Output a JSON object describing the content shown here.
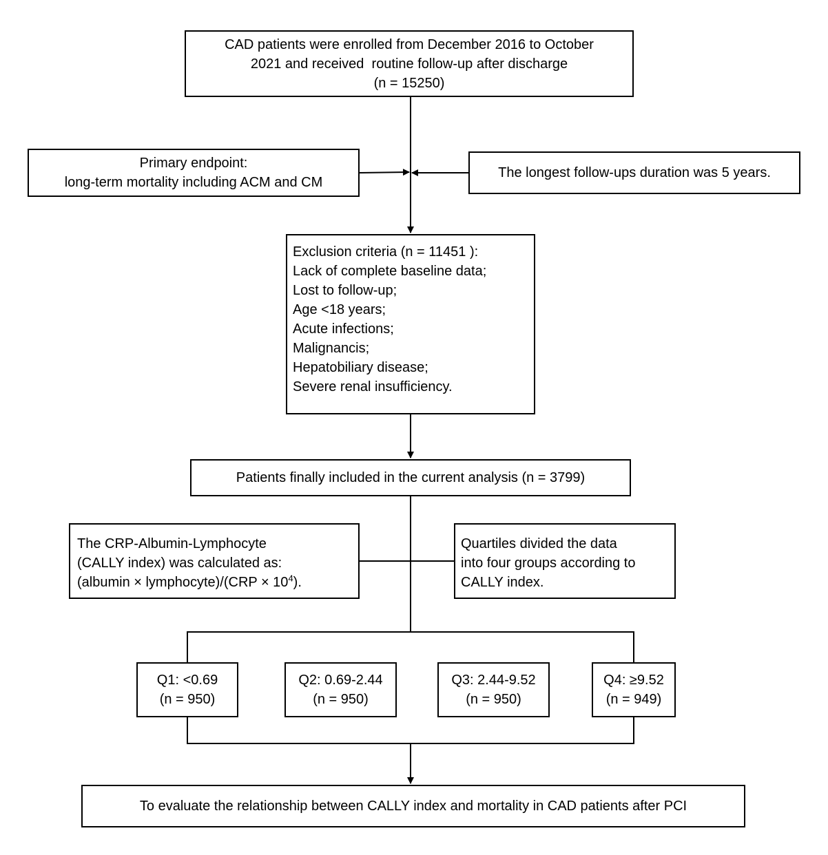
{
  "enrolled": {
    "lines": [
      "CAD patients were enrolled from December 2016 to October",
      "2021 and received  routine follow-up after discharge",
      "(n = 15250)"
    ]
  },
  "endpoint": {
    "lines": [
      "Primary endpoint:",
      "long-term mortality including ACM and CM"
    ]
  },
  "followup": {
    "text": "The longest follow-ups duration was 5 years."
  },
  "exclusion": {
    "title": "Exclusion criteria (n = 11451 ):",
    "items": [
      "Lack of complete baseline data;",
      "Lost to follow-up;",
      "Age <18 years;",
      "Acute infections;",
      "Malignancis;",
      "Hepatobiliary disease;",
      "Severe renal insufficiency."
    ]
  },
  "included": {
    "text": "Patients finally included in the current analysis (n = 3799)"
  },
  "cally": {
    "line1": "The CRP-Albumin-Lymphocyte",
    "line2": "(CALLY index) was calculated as:",
    "line3_pre": "(albumin × lymphocyte)/(CRP × 10",
    "line3_sup": "4",
    "line3_post": ")."
  },
  "quartiles": {
    "lines": [
      "Quartiles divided the data",
      "into four groups according to",
      "CALLY index."
    ]
  },
  "groups": [
    {
      "range": "Q1: <0.69",
      "n": "(n = 950)"
    },
    {
      "range": "Q2: 0.69-2.44",
      "n": "(n = 950)"
    },
    {
      "range": "Q3: 2.44-9.52",
      "n": "(n = 950)"
    },
    {
      "range": "Q4: ≥9.52",
      "n": "(n = 949)"
    }
  ],
  "evaluate": {
    "text": "To evaluate the relationship between CALLY index and mortality in CAD patients after PCI"
  },
  "colors": {
    "stroke": "#000000",
    "background": "#ffffff"
  }
}
